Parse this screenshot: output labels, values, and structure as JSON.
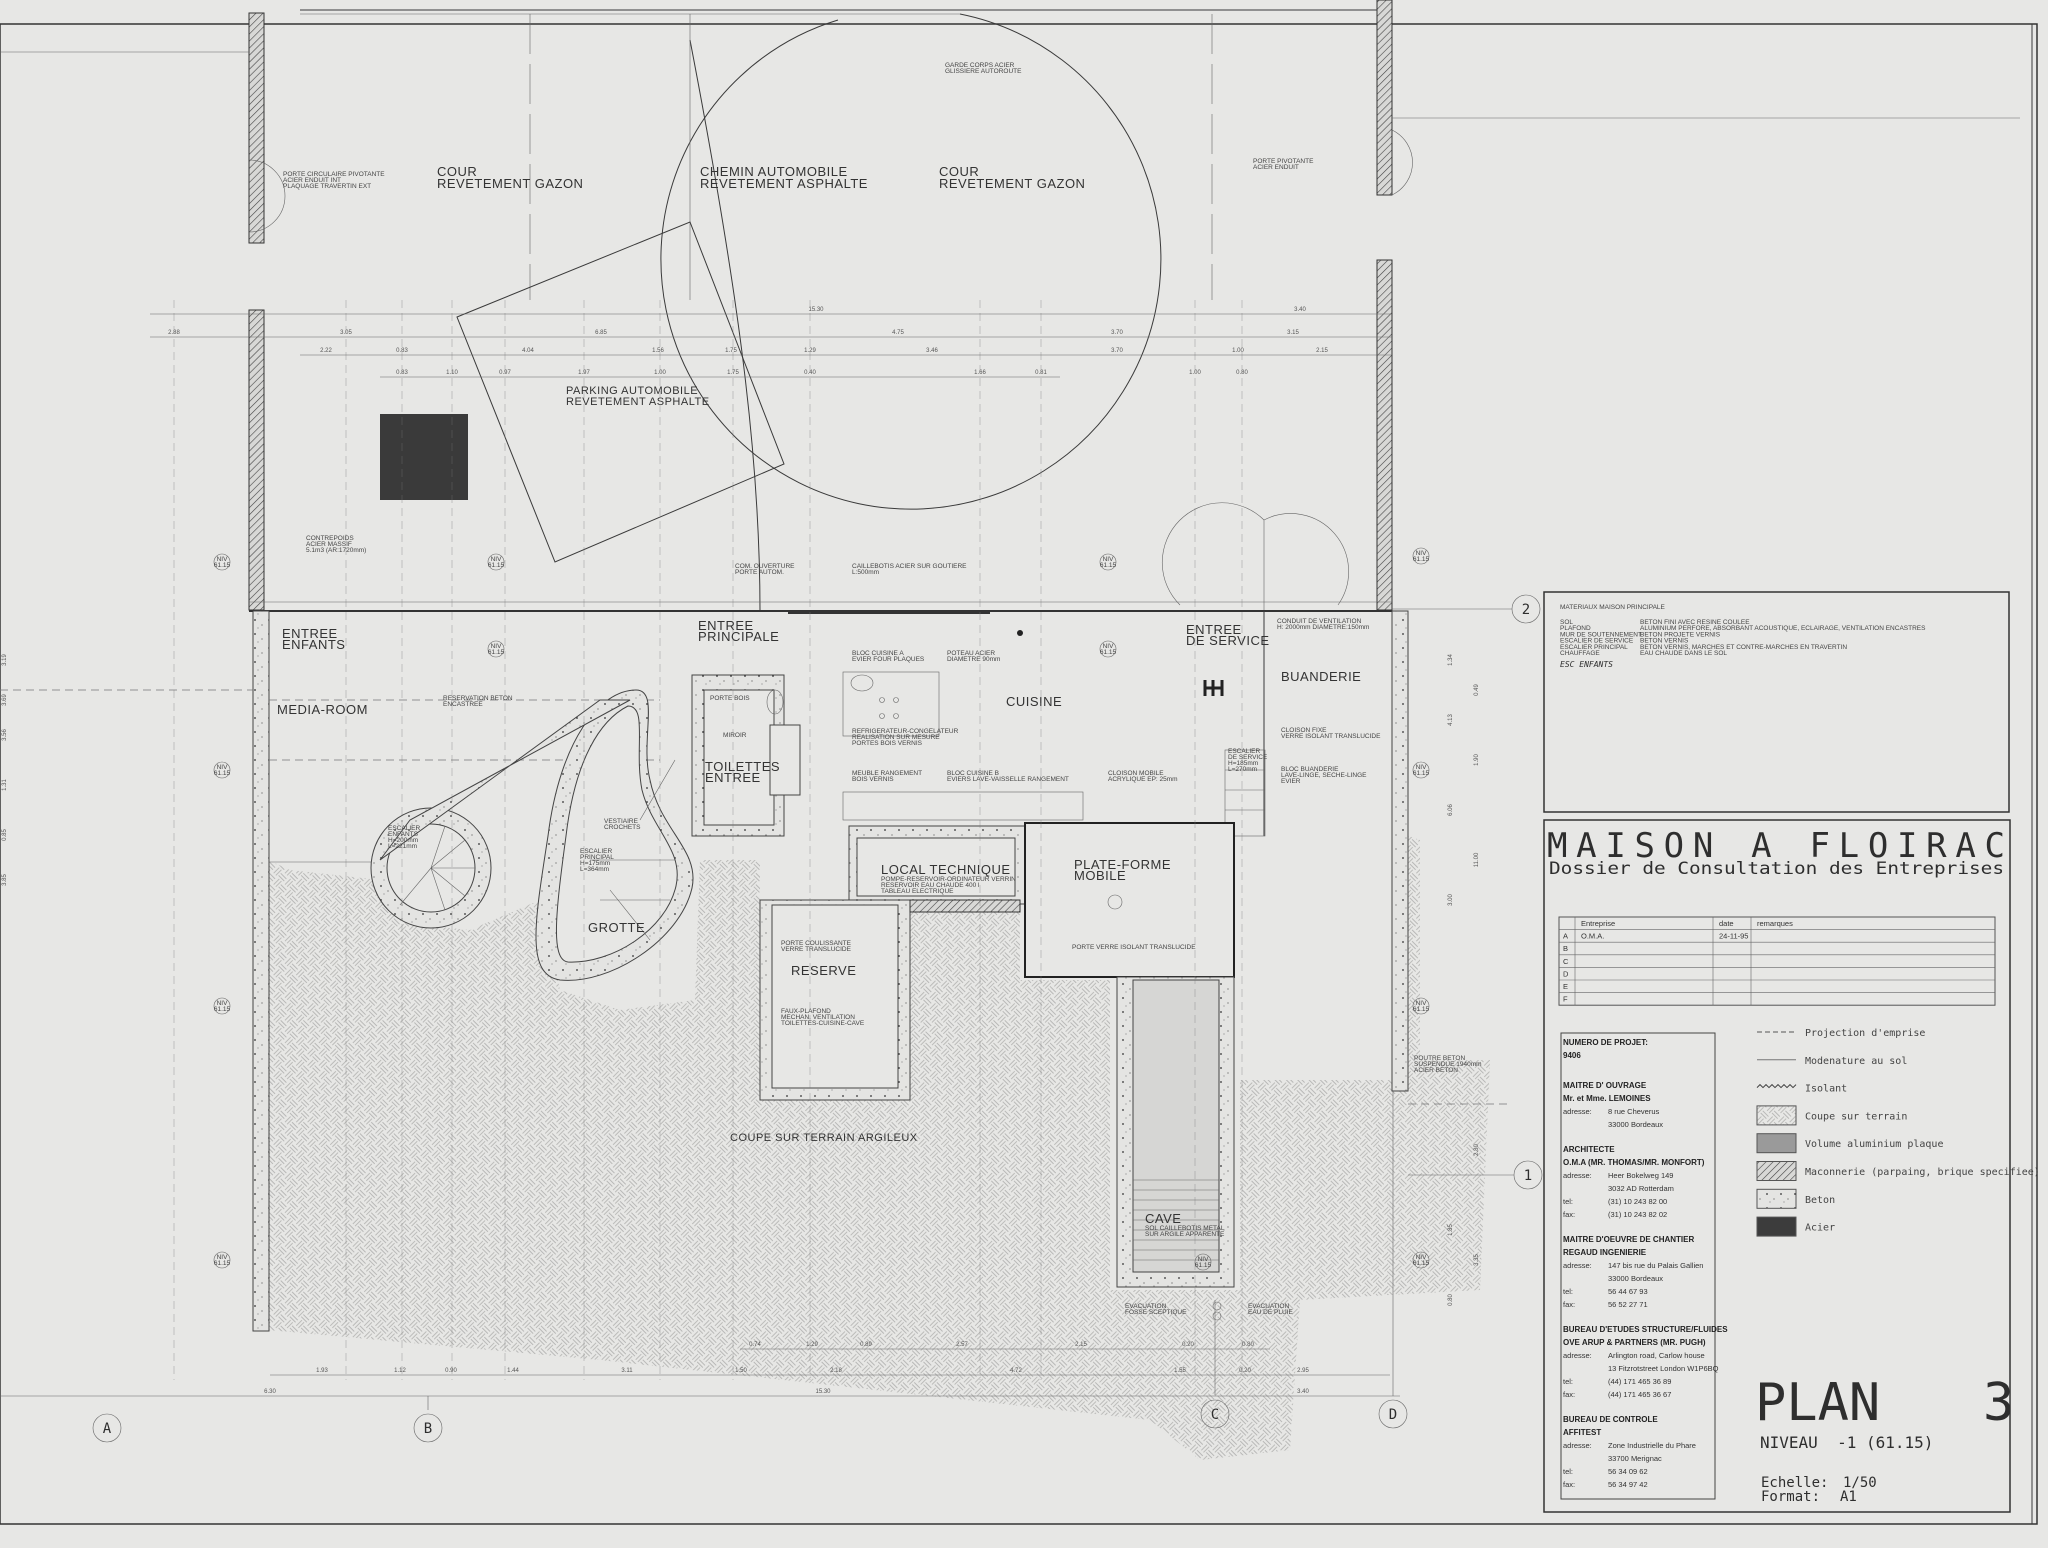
{
  "site": {
    "cour_west": [
      "COUR",
      "REVETEMENT GAZON"
    ],
    "chemin": [
      "CHEMIN AUTOMOBILE",
      "REVETEMENT ASPHALTE"
    ],
    "cour_east": [
      "COUR",
      "REVETEMENT GAZON"
    ],
    "parking": [
      "PARKING AUTOMOBILE",
      "REVETEMENT ASPHALTE"
    ],
    "porte_circulaire": [
      "PORTE CIRCULAIRE PIVOTANTE",
      "ACIER ENDUIT INT",
      "PLAQUAGE TRAVERTIN EXT"
    ],
    "garde_corps": [
      "GARDE CORPS ACIER",
      "GLISSIERE AUTOROUTE"
    ],
    "porte_pivotante": [
      "PORTE PIVOTANTE",
      "ACIER ENDUIT"
    ],
    "contrepoids": [
      "CONTREPOIDS",
      "ACIER MASSIF",
      "5.1m3 (AR:1720mm)"
    ],
    "com_ouverture": [
      "COM. OUVERTURE",
      "PORTE AUTOM."
    ],
    "caillebotis": [
      "CAILLEBOTIS ACIER SUR GOUTIERE",
      "L:500mm"
    ]
  },
  "rooms": {
    "entree_enfants": [
      "ENTREE",
      "ENFANTS"
    ],
    "entree_principale": [
      "ENTREE",
      "PRINCIPALE"
    ],
    "media_room": "MEDIA-ROOM",
    "toilettes": [
      "TOILETTES",
      "ENTREE"
    ],
    "cuisine": "CUISINE",
    "entree_service": [
      "ENTREE",
      "DE SERVICE"
    ],
    "buanderie": "BUANDERIE",
    "local_technique": "LOCAL TECHNIQUE",
    "plate_forme": [
      "PLATE-FORME",
      "MOBILE"
    ],
    "grotte": "GROTTE",
    "reserve": "RESERVE",
    "cave": "CAVE",
    "coupe_terrain": "COUPE SUR TERRAIN ARGILEUX"
  },
  "annotations": {
    "reservation": [
      "RESERVATION BETON",
      "ENCASTREE"
    ],
    "porte_bois": "PORTE BOIS",
    "miroir": "MIROIR",
    "bloc_cuisine_a": [
      "BLOC CUISINE A",
      "EVIER FOUR PLAQUES"
    ],
    "poteau": [
      "POTEAU ACIER",
      "DIAMETRE 90mm"
    ],
    "refrigerateur": [
      "REFRIGERATEUR-CONGELATEUR",
      "REALISATION SUR MESURE",
      "PORTES BOIS VERNIS"
    ],
    "meuble": [
      "MEUBLE RANGEMENT",
      "BOIS VERNIS"
    ],
    "bloc_cuisine_b": [
      "BLOC CUISINE B",
      "EVIERS LAVE-VAISSELLE RANGEMENT"
    ],
    "cloison_mobile": [
      "CLOISON MOBILE",
      "ACRYLIQUE EP: 25mm"
    ],
    "conduit": [
      "CONDUIT DE VENTILATION",
      "H: 2000mm DIAMETRE:150mm"
    ],
    "cloison_fixe": [
      "CLOISON FIXE",
      "VERRE ISOLANT TRANSLUCIDE"
    ],
    "escalier_service": [
      "ESCALIER",
      "DE SERVICE",
      "H=185mm",
      "L=270mm"
    ],
    "bloc_buanderie": [
      "BLOC BUANDERIE",
      "LAVE-LINGE, SECHE-LINGE",
      "EVIER"
    ],
    "escalier_enfants": [
      "ESCALIER",
      "ENFANTS",
      "H=200mm",
      "L=221mm"
    ],
    "vestiaire": [
      "VESTIAIRE",
      "CROCHETS"
    ],
    "escalier_principal": [
      "ESCALIER",
      "PRINCIPAL",
      "H=175mm",
      "L=364mm"
    ],
    "local_tech_detail": [
      "POMPE-RESERVOIR-ORDINATEUR VERRIN",
      "RESERVOIR EAU CHAUDE 400 l",
      "TABLEAU ELECTRIQUE"
    ],
    "porte_coulissante": [
      "PORTE COULISSANTE",
      "VERRE TRANSLUCIDE"
    ],
    "faux_plafond": [
      "FAUX-PLAFOND",
      "MECHAN. VENTILATION",
      "TOILETTES-CUISINE-CAVE"
    ],
    "porte_verre": "PORTE VERRE ISOLANT TRANSLUCIDE",
    "cave_sol": [
      "SOL CAILLEBOTIS METAL",
      "SUR ARGILE APPARENTE"
    ],
    "evacuation_fosse": [
      "EVACUATION",
      "FOSSE SCEPTIQUE"
    ],
    "evacuation_pluie": [
      "EVACUATION",
      "EAU DE PLUIE"
    ],
    "poutre_beton": [
      "POUTRE BETON",
      "SUSPENDUE 1940mm",
      "ACIER BETON"
    ]
  },
  "niv_label": [
    "NIV",
    "61.15"
  ],
  "grid_axes": [
    "A",
    "B",
    "C",
    "D",
    "1",
    "2"
  ],
  "dimensions": {
    "top_r1": [
      "15.30",
      "3.40"
    ],
    "top_r2": [
      "2.88",
      "3.05",
      "6.85",
      "4.75",
      "3.70",
      "3.15"
    ],
    "top_r3": [
      "2.22",
      "0.83",
      "4.04",
      "1.56",
      "1.75",
      "1.29",
      "3.46",
      "3.70",
      "1.00",
      "2.15"
    ],
    "top_r4": [
      "0.83",
      "1.10",
      "0.97",
      "1.97",
      "1.00",
      "1.75",
      "0.40",
      "1.66",
      "0.81",
      "1.00",
      "0.80"
    ],
    "bot_r1": [
      "0.74",
      "1.29",
      "0.89",
      "2.57",
      "2.15",
      "0.20",
      "0.80"
    ],
    "bot_r2": [
      "1.93",
      "1.12",
      "0.90",
      "1.44",
      "3.11",
      "1.50",
      "2.18",
      "4.72",
      "1.55",
      "0.20",
      "2.95"
    ],
    "bot_r3": [
      "6.30",
      "15.30",
      "3.40"
    ],
    "right_col": [
      "1.34",
      "0.49",
      "4.13",
      "1.90",
      "6.06",
      "11.00",
      "3.00",
      "2.80",
      "1.85",
      "3.35",
      "0.80"
    ],
    "left_col": [
      "3.19",
      "3.69",
      "3.56",
      "1.31",
      "0.85",
      "3.85"
    ]
  },
  "materials": {
    "title": "MATERIAUX MAISON PRINCIPALE",
    "rows": [
      {
        "k": "SOL",
        "v": "BETON FINI AVEC RESINE COULEE"
      },
      {
        "k": "PLAFOND",
        "v": "ALUMINIUM PERFORE, ABSORBANT ACOUSTIQUE, ECLAIRAGE, VENTILATION ENCASTRES"
      },
      {
        "k": "MUR DE SOUTENNEMENT",
        "v": "BETON PROJETE VERNIS"
      },
      {
        "k": "ESCALIER DE SERVICE",
        "v": "BETON VERNIS"
      },
      {
        "k": "ESCALIER PRINCIPAL",
        "v": "BETON VERNIS, MARCHES ET CONTRE-MARCHES EN TRAVERTIN"
      },
      {
        "k": "CHAUFFAGE",
        "v": "EAU CHAUDE DANS LE SOL"
      }
    ],
    "handwritten_note": "ESC ENFANTS"
  },
  "title_block": {
    "project": "MAISON A FLOIRAC",
    "subtitle": "Dossier de Consultation des Entreprises",
    "revisions": {
      "headers": [
        "",
        "Entreprise",
        "date",
        "remarques"
      ],
      "rows": [
        [
          "A",
          "O.M.A.",
          "24-11-95",
          ""
        ],
        [
          "B",
          "",
          "",
          ""
        ],
        [
          "C",
          "",
          "",
          ""
        ],
        [
          "D",
          "",
          "",
          ""
        ],
        [
          "E",
          "",
          "",
          ""
        ],
        [
          "F",
          "",
          "",
          ""
        ]
      ]
    },
    "plan_label": "PLAN",
    "plan_number": "3",
    "niveau": "NIVEAU  -1 (61.15)",
    "echelle_label": "Echelle:",
    "echelle": "1/50",
    "format_label": "Format:",
    "format": "A1"
  },
  "project_info": {
    "numero_label": "NUMERO DE PROJET:",
    "numero": "9406",
    "sections": [
      {
        "role": "MAITRE D' OUVRAGE",
        "name": "Mr. et Mme. LEMOINES",
        "lines": [
          [
            "adresse:",
            "8 rue Cheverus"
          ],
          [
            "",
            "33000 Bordeaux"
          ]
        ]
      },
      {
        "role": "ARCHITECTE",
        "name": "O.M.A (MR. THOMAS/MR. MONFORT)",
        "lines": [
          [
            "adresse:",
            "Heer Bokelweg 149"
          ],
          [
            "",
            "3032 AD Rotterdam"
          ],
          [
            "tel:",
            "(31) 10 243 82 00"
          ],
          [
            "fax:",
            "(31) 10 243 82 02"
          ]
        ]
      },
      {
        "role": "MAITRE D'OEUVRE DE CHANTIER",
        "name": "REGAUD INGENIERIE",
        "lines": [
          [
            "adresse:",
            "147 bis rue du Palais Gallien"
          ],
          [
            "",
            "33000 Bordeaux"
          ],
          [
            "tel:",
            "56 44 67 93"
          ],
          [
            "fax:",
            "56 52 27 71"
          ]
        ]
      },
      {
        "role": "BUREAU D'ETUDES STRUCTURE/FLUIDES",
        "name": "OVE ARUP & PARTNERS (MR. PUGH)",
        "lines": [
          [
            "adresse:",
            "Arlington road, Carlow house"
          ],
          [
            "",
            "13 Fitzrotstreet London W1P6BQ"
          ],
          [
            "tel:",
            "(44) 171 465 36 89"
          ],
          [
            "fax:",
            "(44) 171 465 36 67"
          ]
        ]
      },
      {
        "role": "BUREAU DE CONTROLE",
        "name": "AFFITEST",
        "lines": [
          [
            "adresse:",
            "Zone Industrielle du Phare"
          ],
          [
            "",
            "33700 Merignac"
          ],
          [
            "tel:",
            "56 34 09 62"
          ],
          [
            "fax:",
            "56 34 97 42"
          ]
        ]
      }
    ]
  },
  "legend": [
    {
      "label": "Projection d'emprise",
      "symbol": "dashed-line"
    },
    {
      "label": "Modenature au sol",
      "symbol": "thin-line"
    },
    {
      "label": "Isolant",
      "symbol": "zigzag"
    },
    {
      "label": "Coupe sur terrain",
      "symbol": "crosshatch"
    },
    {
      "label": "Volume aluminium plaque",
      "symbol": "grey-fill"
    },
    {
      "label": "Maconnerie (parpaing, brique specifiee)",
      "symbol": "diagonal-hatch"
    },
    {
      "label": "Beton",
      "symbol": "dots"
    },
    {
      "label": "Acier",
      "symbol": "dark-fill"
    }
  ],
  "colors": {
    "paper": "#e7e7e5",
    "ink": "#333333",
    "steel": "#3c3c3c",
    "aluminium": "#9a9a9a"
  }
}
